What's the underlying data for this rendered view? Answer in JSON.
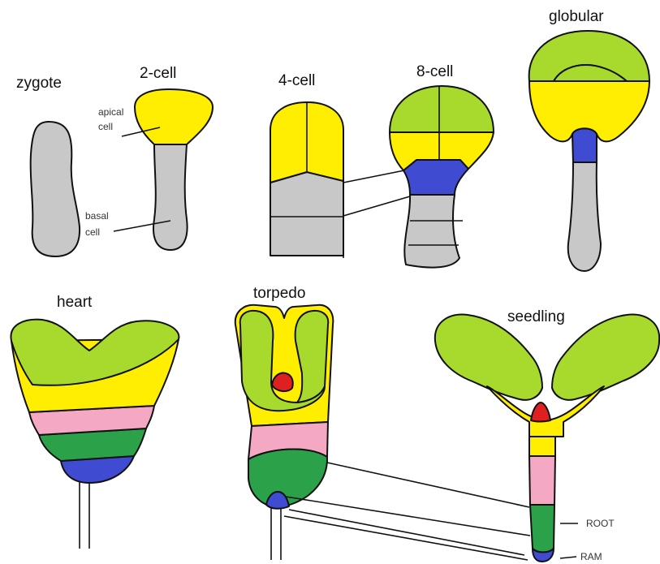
{
  "titles": {
    "zygote": "zygote",
    "two_cell": "2-cell",
    "four_cell": "4-cell",
    "eight_cell": "8-cell",
    "globular": "globular",
    "heart": "heart",
    "torpedo": "torpedo",
    "seedling": "seedling"
  },
  "annotations": {
    "apical_line1": "apical",
    "apical_line2": "cell",
    "basal_line1": "basal",
    "basal_line2": "cell",
    "root": "ROOT",
    "ram": "RAM"
  },
  "colors": {
    "yellow": "#FFEE00",
    "lime": "#A8DA2E",
    "gray": "#C8C8C8",
    "blue": "#3F4BD0",
    "pink": "#F4A8C4",
    "green": "#2BA24A",
    "red": "#E02020"
  }
}
